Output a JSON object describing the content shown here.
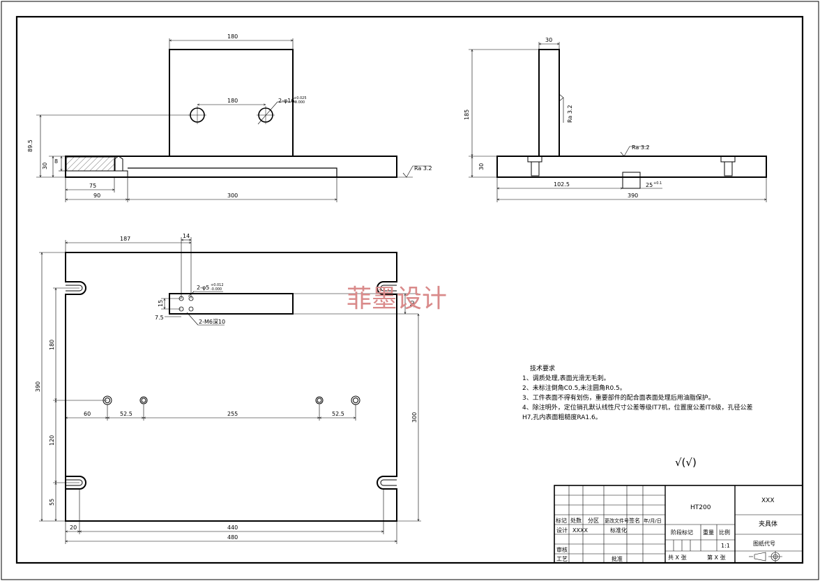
{
  "watermark": "菲墨设计",
  "front_view": {
    "dims": {
      "top_width": "180",
      "hole_spacing": "180",
      "hole_callout": "2-φ16",
      "hole_callout_sup": "+0.025",
      "hole_callout_sub": "-0.000",
      "height": "89.5",
      "base_thk": "30",
      "slot_depth": "8",
      "d75": "75",
      "d90": "90",
      "d300": "300",
      "roughness": "Ra 3.2"
    }
  },
  "side_view": {
    "dims": {
      "upright_w": "30",
      "upright_h": "185",
      "roughness_vert": "Ra 3.2",
      "roughness_top": "Ra 3.2",
      "base_thk": "30",
      "d102": "102.5",
      "slot": "25",
      "slot_tol": "+0.1",
      "d390": "390"
    }
  },
  "top_view": {
    "dims": {
      "d187": "187",
      "d14": "14",
      "pin_callout": "2-φ5",
      "pin_tol_a": "+0.012",
      "pin_tol_b": "-0.000",
      "d15": "15",
      "d7_5": "7.5",
      "tap_callout": "2-M6深10",
      "d30": "30",
      "d180": "180",
      "d390": "390",
      "d120": "120",
      "d55": "55",
      "d300": "300",
      "d60": "60",
      "d52_5a": "52.5",
      "d255": "255",
      "d52_5b": "52.5",
      "d20": "20",
      "d440": "440",
      "d480": "480"
    }
  },
  "notes": {
    "title": "技术要求",
    "lines": [
      "1、调质处理,表面光滑无毛刺。",
      "2、未标注倒角C0.5,未注圆角R0.5。",
      "3、工件表面不得有划伤，重要部件的配合面表面处理后用油脂保护。",
      "4、除注明外，定位销孔默认线性尺寸公差等级IT7机，位置度公差IT8级，孔径公差",
      "H7,孔内表面粗糙度RA1.6。"
    ],
    "roughness_symbol": "√(√)"
  },
  "title_block": {
    "material": "HT200",
    "company": "XXX",
    "part_name": "夹具体",
    "drawing_no_label": "图纸代号",
    "stage_label": "阶段标记",
    "weight_label": "重量",
    "scale_label": "比例",
    "scale_value": "1:1",
    "sheets_total": "共 X 张",
    "sheet_num": "第 X 张",
    "rev_headers": [
      "标记",
      "处数",
      "分区",
      "更改文件号",
      "签名",
      "年/月/日"
    ],
    "design_label": "设计",
    "designer": "XXXX",
    "std_label": "标准化",
    "check_label": "审核",
    "process_label": "工艺",
    "approve_label": "批准"
  }
}
